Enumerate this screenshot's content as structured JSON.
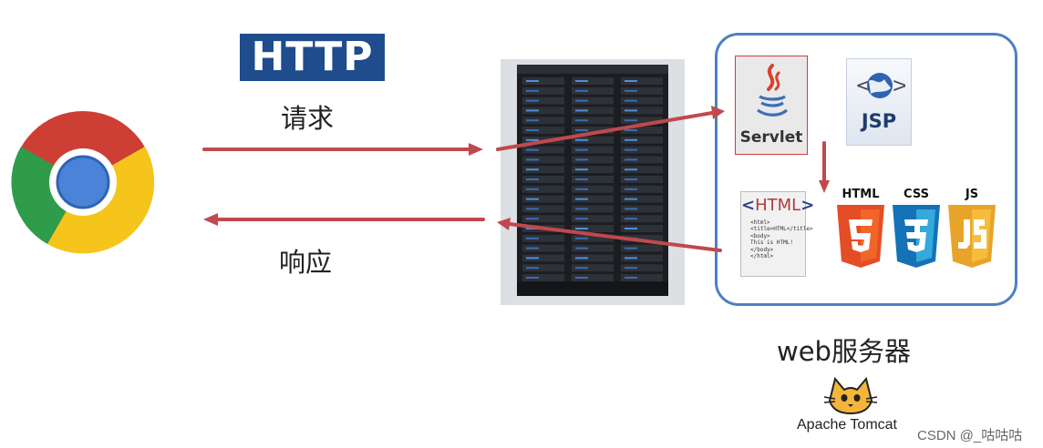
{
  "protocol": {
    "logo_text": "HTTP",
    "request_label": "请求",
    "response_label": "响应"
  },
  "browser": {
    "icon": "chrome-icon"
  },
  "server": {
    "icon": "server-rack-icon"
  },
  "web_server": {
    "label": "web服务器",
    "components": {
      "servlet": "Servlet",
      "jsp": "JSP",
      "html_doc": {
        "title_open": "<",
        "title_main": "HTML",
        "title_close": ">",
        "code": "<html>\n<title>HTML</title>\n<body>\nThis is HTML!\n</body>\n</html>"
      },
      "html5": "HTML",
      "css3": "CSS",
      "js": "JS"
    }
  },
  "tomcat": {
    "label": "Apache Tomcat",
    "icon": "tomcat-icon"
  },
  "watermark": "CSDN @_咕咕咕",
  "colors": {
    "arrow": "#c0494d",
    "box_border": "#4f7fc1",
    "http_logo_bg": "#1f4c8c",
    "servlet_border": "#d23c3c"
  }
}
